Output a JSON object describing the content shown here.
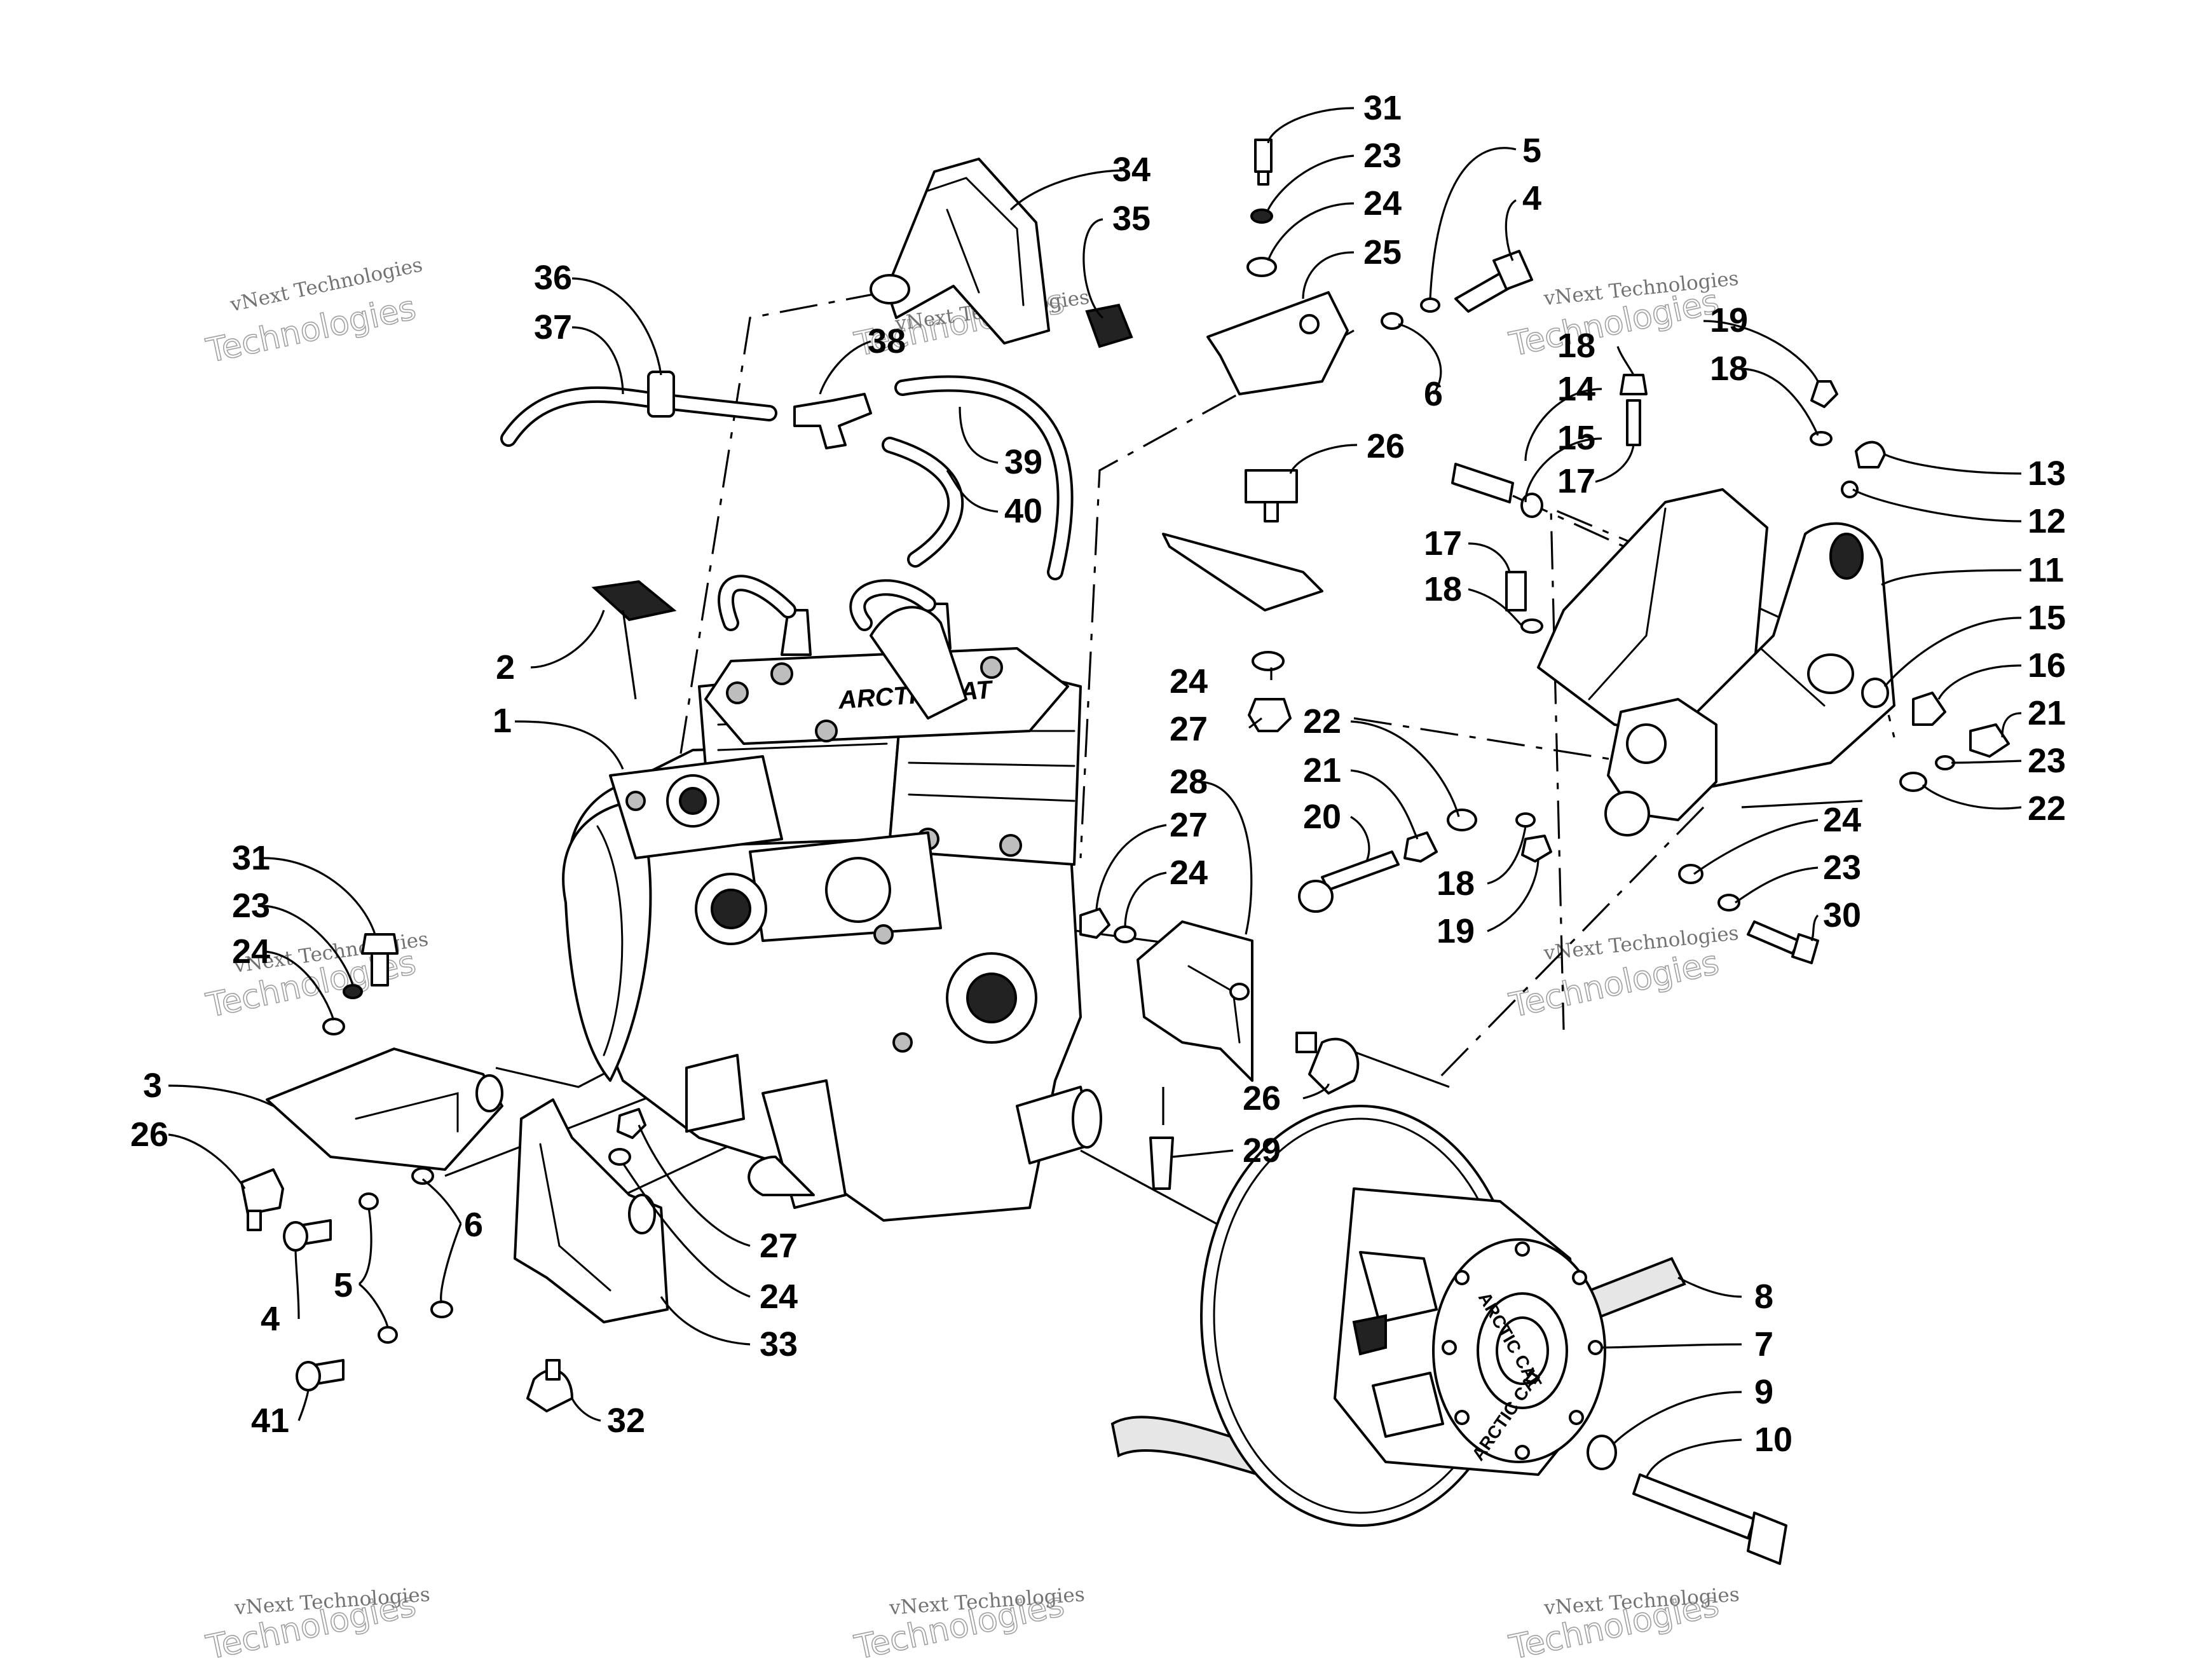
{
  "watermark": {
    "line1": "vNext Technologies",
    "line2": "Technologies"
  },
  "callouts": {
    "c31a": "31",
    "c23a": "23",
    "c24a": "24",
    "c25": "25",
    "c5a": "5",
    "c4a": "4",
    "c6a": "6",
    "c26a": "26",
    "c24b": "24",
    "c27a": "27",
    "c34": "34",
    "c35": "35",
    "c36": "36",
    "c37": "37",
    "c38": "38",
    "c39": "39",
    "c40": "40",
    "c2": "2",
    "c1": "1",
    "c19a": "19",
    "c18a": "18",
    "c18b": "18",
    "c14": "14",
    "c15a": "15",
    "c17a": "17",
    "c13": "13",
    "c12": "12",
    "c11": "11",
    "c15b": "15",
    "c16": "16",
    "c21a": "21",
    "c23b": "23",
    "c22a": "22",
    "c17b": "17",
    "c18c": "18",
    "c22b": "22",
    "c21b": "21",
    "c20": "20",
    "c18d": "18",
    "c19b": "19",
    "c24c": "24",
    "c23c": "23",
    "c30": "30",
    "c28": "28",
    "c27b": "27",
    "c24d": "24",
    "c26b": "26",
    "c29": "29",
    "c31b": "31",
    "c23d": "23",
    "c24e": "24",
    "c3": "3",
    "c26c": "26",
    "c6b": "6",
    "c5b": "5",
    "c4b": "4",
    "c41": "41",
    "c27c": "27",
    "c24f": "24",
    "c33": "33",
    "c32": "32",
    "c8": "8",
    "c7": "7",
    "c9": "9",
    "c10": "10"
  },
  "clutch_face_text": "ARCTIC CAT",
  "head_text": "ARCTIC CAT"
}
